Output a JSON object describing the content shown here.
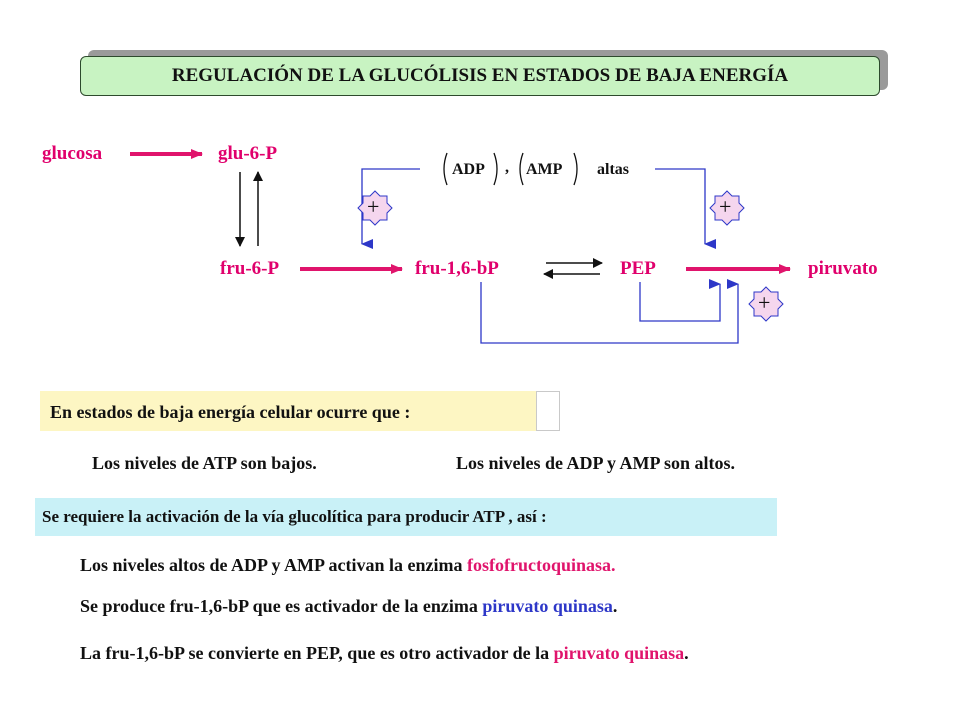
{
  "title": "REGULACIÓN DE LA GLUCÓLISIS EN ESTADOS DE BAJA ENERGÍA",
  "pathway": {
    "glucosa": "glucosa",
    "glu6p": "glu-6-P",
    "fru6p": "fru-6-P",
    "fru16bp": "fru-1,6-bP",
    "pep": "PEP",
    "piruvato": "piruvato"
  },
  "regulators": {
    "adp": "ADP",
    "comma": ",",
    "amp": "AMP",
    "altas": "altas",
    "plus_symbol": "+"
  },
  "statement": "En estados de baja energía celular ocurre que :",
  "levels": {
    "atp": "Los niveles de ATP son bajos.",
    "adp_amp": "Los niveles de ADP y AMP son  altos."
  },
  "requirement": "Se requiere la activación de la vía glucolítica para producir ATP , así :",
  "points": {
    "p1_text": "Los niveles altos de ADP y AMP activan la enzima ",
    "p1_enzyme": "fosfofructoquinasa.",
    "p2_text": "Se produce fru-1,6-bP que es activador de la enzima ",
    "p2_enzyme": "piruvato quinasa",
    "p2_end": ".",
    "p3_text": "La fru-1,6-bP se convierte en PEP, que es otro activador de la ",
    "p3_enzyme": "piruvato quinasa",
    "p3_end": "."
  },
  "colors": {
    "title_bg": "#c8f3c2",
    "arrow_pink": "#e0146c",
    "arrow_blue": "#2d37c8",
    "star_fill": "#f5d6ee",
    "yellow_bg": "#fdf6c3",
    "cyan_bg": "#c9f1f7"
  }
}
